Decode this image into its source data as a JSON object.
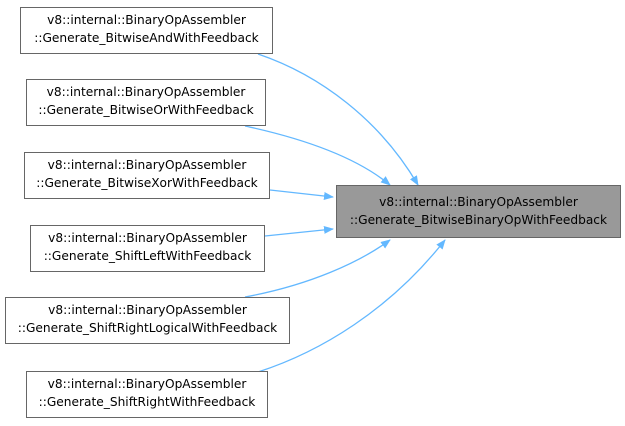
{
  "diagram": {
    "target": {
      "line1": "v8::internal::BinaryOpAssembler",
      "line2": "::Generate_BitwiseBinaryOpWithFeedback"
    },
    "callers": [
      {
        "line1": "v8::internal::BinaryOpAssembler",
        "line2": "::Generate_BitwiseAndWithFeedback"
      },
      {
        "line1": "v8::internal::BinaryOpAssembler",
        "line2": "::Generate_BitwiseOrWithFeedback"
      },
      {
        "line1": "v8::internal::BinaryOpAssembler",
        "line2": "::Generate_BitwiseXorWithFeedback"
      },
      {
        "line1": "v8::internal::BinaryOpAssembler",
        "line2": "::Generate_ShiftLeftWithFeedback"
      },
      {
        "line1": "v8::internal::BinaryOpAssembler",
        "line2": "::Generate_ShiftRightLogicalWithFeedback"
      },
      {
        "line1": "v8::internal::BinaryOpAssembler",
        "line2": "::Generate_ShiftRightWithFeedback"
      }
    ],
    "colors": {
      "edge": "#63b8ff",
      "node_border": "#666666",
      "target_fill": "#999999"
    }
  }
}
